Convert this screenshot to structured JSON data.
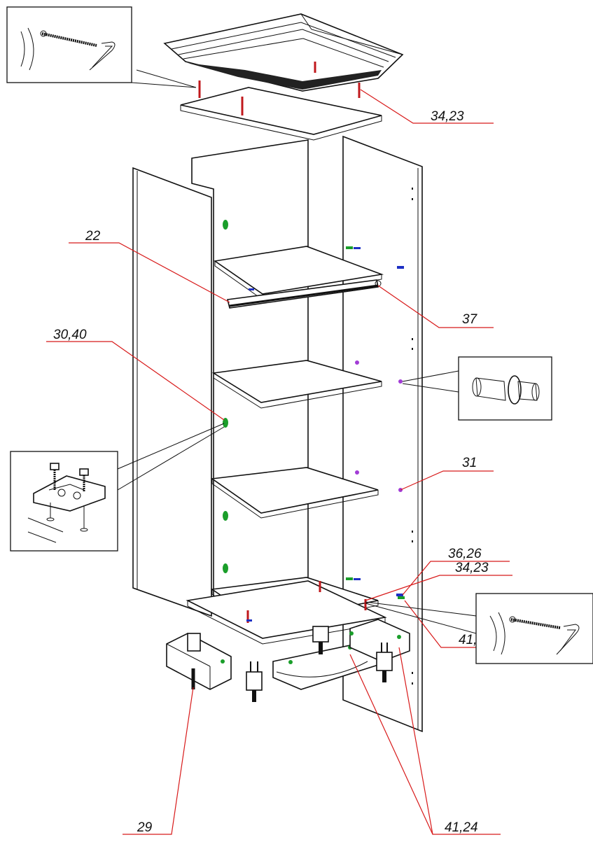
{
  "labels": {
    "top_screws": "34,23",
    "rail": "22",
    "support": "37",
    "side_cams": "30,40",
    "shelf_pin": "31",
    "connector": "36,26",
    "connector_screws": "41,24",
    "bottom_screws": "34,23",
    "legs": "29",
    "plinth_screws": "41,24"
  },
  "icons": {
    "top_screw_detail": "screw-allen-key-icon",
    "shelf_pin_detail": "shelf-pin-icon",
    "hinge_plate_detail": "mounting-plate-screws-icon",
    "bottom_screw_detail": "screw-allen-key-icon"
  },
  "colors": {
    "leader": "#d81a1a",
    "dowel": "#c0181c",
    "cam": "#1a9e2a",
    "pin": "#a23cd6",
    "connector": "#1c2fc4",
    "outline": "#111111"
  }
}
